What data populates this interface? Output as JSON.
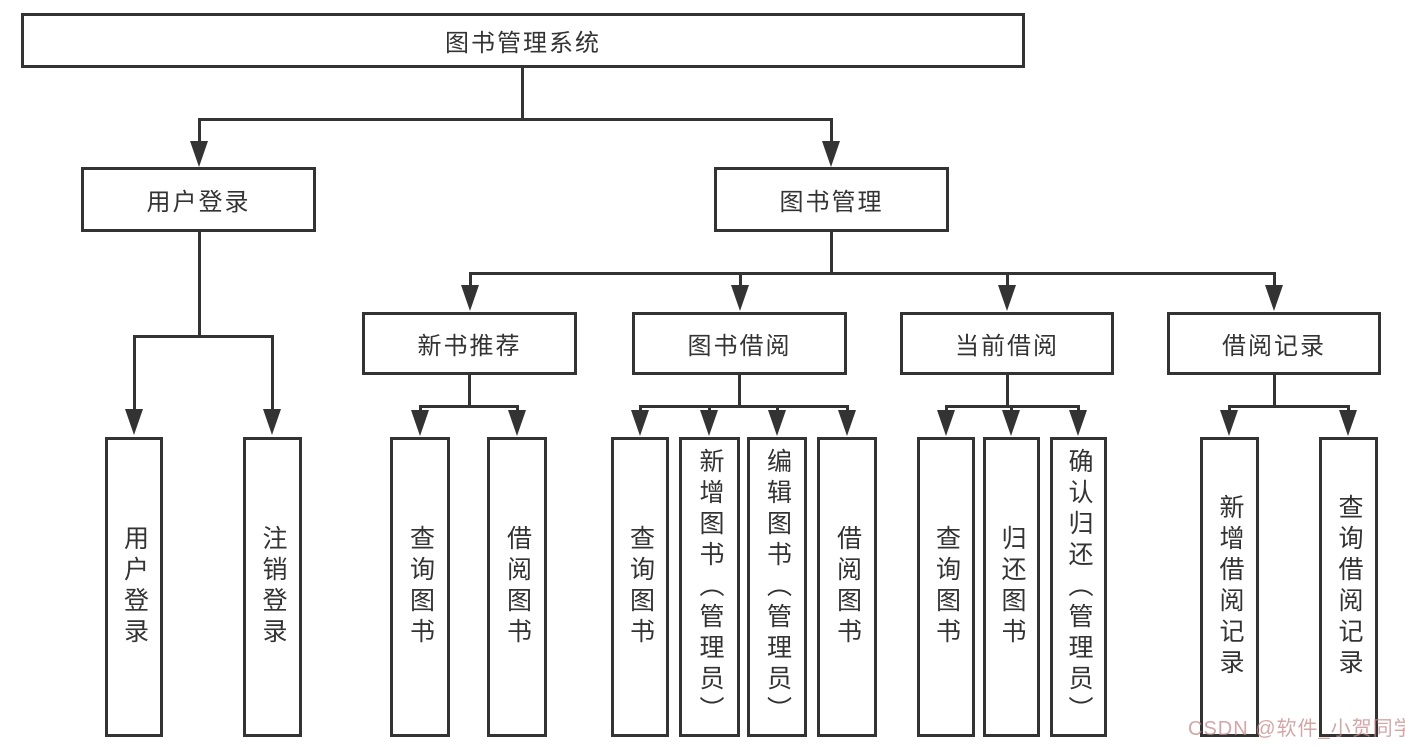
{
  "diagram": {
    "title": "图书管理系统",
    "tree": {
      "label": "图书管理系统",
      "children": [
        {
          "label": "用户登录",
          "children": [
            {
              "label": "用户登录"
            },
            {
              "label": "注销登录"
            }
          ]
        },
        {
          "label": "图书管理",
          "children": [
            {
              "label": "新书推荐",
              "children": [
                {
                  "label": "查询图书"
                },
                {
                  "label": "借阅图书"
                }
              ]
            },
            {
              "label": "图书借阅",
              "children": [
                {
                  "label": "查询图书"
                },
                {
                  "label": "新增图书（管理员）"
                },
                {
                  "label": "编辑图书（管理员）"
                },
                {
                  "label": "借阅图书"
                }
              ]
            },
            {
              "label": "当前借阅",
              "children": [
                {
                  "label": "查询图书"
                },
                {
                  "label": "归还图书"
                },
                {
                  "label": "确认归还（管理员）"
                }
              ]
            },
            {
              "label": "借阅记录",
              "children": [
                {
                  "label": "新增借阅记录"
                },
                {
                  "label": "查询借阅记录"
                }
              ]
            }
          ]
        }
      ]
    },
    "watermark": "CSDN @软件_小贺同学",
    "colors": {
      "line": "#333333",
      "text": "#333333",
      "background": "#ffffff",
      "watermark": "#c58a8a"
    }
  }
}
